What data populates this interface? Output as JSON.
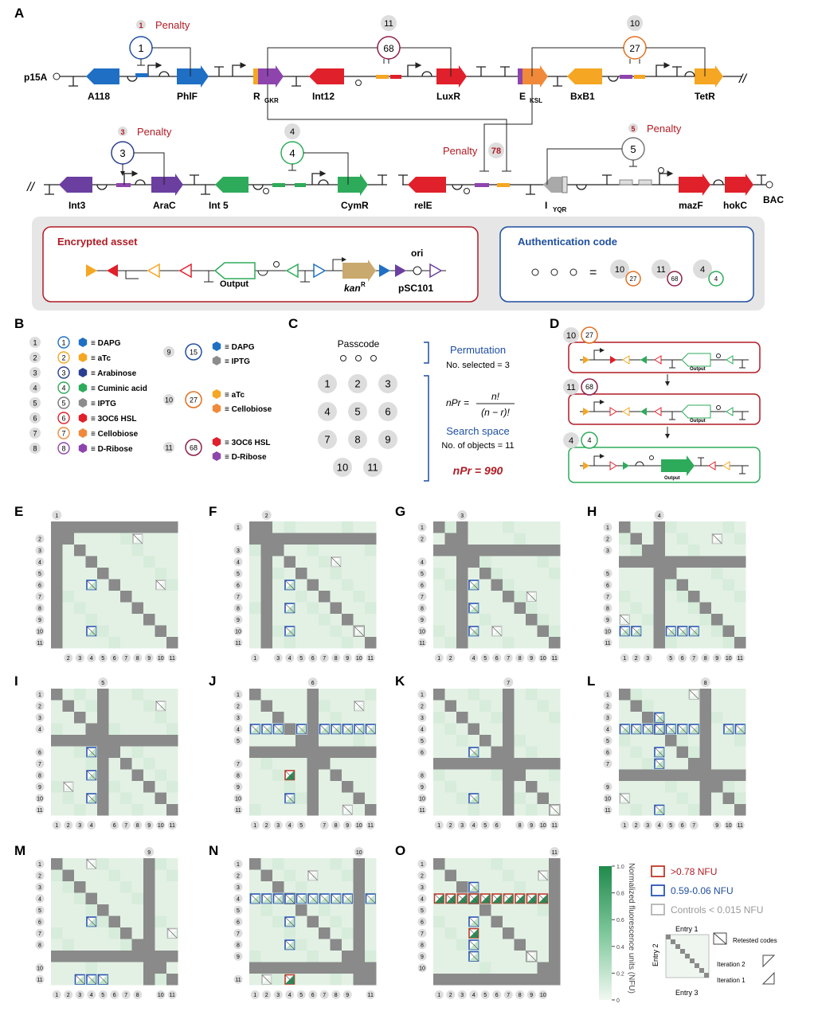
{
  "panel_letters": [
    "A",
    "B",
    "C",
    "D",
    "E",
    "F",
    "G",
    "H",
    "I",
    "J",
    "K",
    "L",
    "M",
    "N",
    "O"
  ],
  "colors": {
    "dark_red": "#b01c25",
    "navy": "#1f4fa0",
    "grid_gray": "#8a8a8a",
    "cell_bg": "#e6f3e8",
    "green_dark": "#2e8b57",
    "heat_red": "#c0392b",
    "heat_blue": "#2b56b5",
    "heat_ctrl": "#b5b5b5"
  },
  "panelA": {
    "row1_genes": [
      "A118",
      "PhlF",
      "R",
      "Int12",
      "LuxR",
      "E",
      "BxB1",
      "TetR"
    ],
    "row1_sub": {
      "R": "GKR",
      "E": "KSL"
    },
    "row2_genes": [
      "Int3",
      "AraC",
      "Int 5",
      "CymR",
      "relE",
      "I",
      "mazF",
      "hokC"
    ],
    "row2_sub": {
      "I": "YQR"
    },
    "p15a": "p15A",
    "bac": "BAC",
    "penalty_word": "Penalty",
    "penalty_nums": [
      "1",
      "3",
      "5"
    ],
    "top_nums": [
      "1",
      "11",
      "10",
      "4"
    ],
    "ring_nums": [
      "1",
      "68",
      "27",
      "3",
      "4",
      "5"
    ],
    "penalty78": "78",
    "asset": {
      "title": "Encrypted asset",
      "output": "Output",
      "kan": "kan",
      "kan_sup": "R",
      "ori": "ori",
      "psc": "pSC101"
    },
    "auth": {
      "title": "Authentication code",
      "equals": "=",
      "codes": [
        {
          "outer": "10",
          "inner": "27"
        },
        {
          "outer": "11",
          "inner": "68"
        },
        {
          "outer": "4",
          "inner": "4"
        }
      ]
    }
  },
  "panelB": {
    "rows": [
      {
        "num": "1",
        "ring": "1",
        "inducer": "DAPG",
        "color": "#1f6fc4"
      },
      {
        "num": "2",
        "ring": "2",
        "inducer": "aTc",
        "color": "#f5a623"
      },
      {
        "num": "3",
        "ring": "3",
        "inducer": "Arabinose",
        "color": "#2a3f8f"
      },
      {
        "num": "4",
        "ring": "4",
        "inducer": "Cuminic acid",
        "color": "#2eab5a"
      },
      {
        "num": "5",
        "ring": "5",
        "inducer": "IPTG",
        "color": "#8c8c8c"
      },
      {
        "num": "6",
        "ring": "6",
        "inducer": "3OC6 HSL",
        "color": "#e0202a"
      },
      {
        "num": "7",
        "ring": "7",
        "inducer": "Cellobiose",
        "color": "#f08a3a"
      },
      {
        "num": "8",
        "ring": "8",
        "inducer": "D-Ribose",
        "color": "#8e44ad"
      }
    ],
    "combos": [
      {
        "num": "9",
        "ring": "15",
        "items": [
          {
            "inducer": "DAPG",
            "color": "#1f6fc4"
          },
          {
            "inducer": "IPTG",
            "color": "#8c8c8c"
          }
        ]
      },
      {
        "num": "10",
        "ring": "27",
        "items": [
          {
            "inducer": "aTc",
            "color": "#f5a623"
          },
          {
            "inducer": "Cellobiose",
            "color": "#f08a3a"
          }
        ]
      },
      {
        "num": "11",
        "ring": "68",
        "items": [
          {
            "inducer": "3OC6 HSL",
            "color": "#e0202a"
          },
          {
            "inducer": "D-Ribose",
            "color": "#8e44ad"
          }
        ]
      }
    ],
    "equiv": "≡"
  },
  "panelC": {
    "passcode": "Passcode",
    "keypad": [
      "1",
      "2",
      "3",
      "4",
      "5",
      "6",
      "7",
      "8",
      "9",
      "10",
      "11"
    ],
    "permutation": "Permutation",
    "selected": "No. selected = 3",
    "formula_lhs": "nPr =",
    "formula_num": "n!",
    "formula_den": "(n − r)!",
    "search_space": "Search space",
    "objects": "No. of objects = 11",
    "result": "nPr = 990"
  },
  "panelD": {
    "output": "Output",
    "boxes": [
      {
        "outer": "10",
        "inner": "27"
      },
      {
        "outer": "11",
        "inner": "68"
      },
      {
        "outer": "4",
        "inner": "4"
      }
    ]
  },
  "heatmaps": [
    {
      "letter": "E",
      "col": "1"
    },
    {
      "letter": "F",
      "col": "2"
    },
    {
      "letter": "G",
      "col": "3"
    },
    {
      "letter": "H",
      "col": "4"
    },
    {
      "letter": "I",
      "col": "5"
    },
    {
      "letter": "J",
      "col": "6"
    },
    {
      "letter": "K",
      "col": "7"
    },
    {
      "letter": "L",
      "col": "8"
    },
    {
      "letter": "M",
      "col": "9"
    },
    {
      "letter": "N",
      "col": "10"
    },
    {
      "letter": "O",
      "col": "11"
    }
  ],
  "axis_labels": [
    "1",
    "2",
    "3",
    "4",
    "5",
    "6",
    "7",
    "8",
    "9",
    "10",
    "11"
  ],
  "colorbar": {
    "title": "Normalized fluorescence units (NFU)",
    "ticks": [
      "0",
      "0.2",
      "0.4",
      "0.6",
      "0.8",
      "1.0"
    ]
  },
  "legend": {
    "red": ">0.78 NFU",
    "blue": "0.59-0.06 NFU",
    "gray": "Controls < 0.015 NFU",
    "entry1": "Entry 1",
    "entry2": "Entry 2",
    "entry3": "Entry 3",
    "retested": "Retested codes",
    "iter2": "Iteration 2",
    "iter1": "Iteration 1"
  }
}
